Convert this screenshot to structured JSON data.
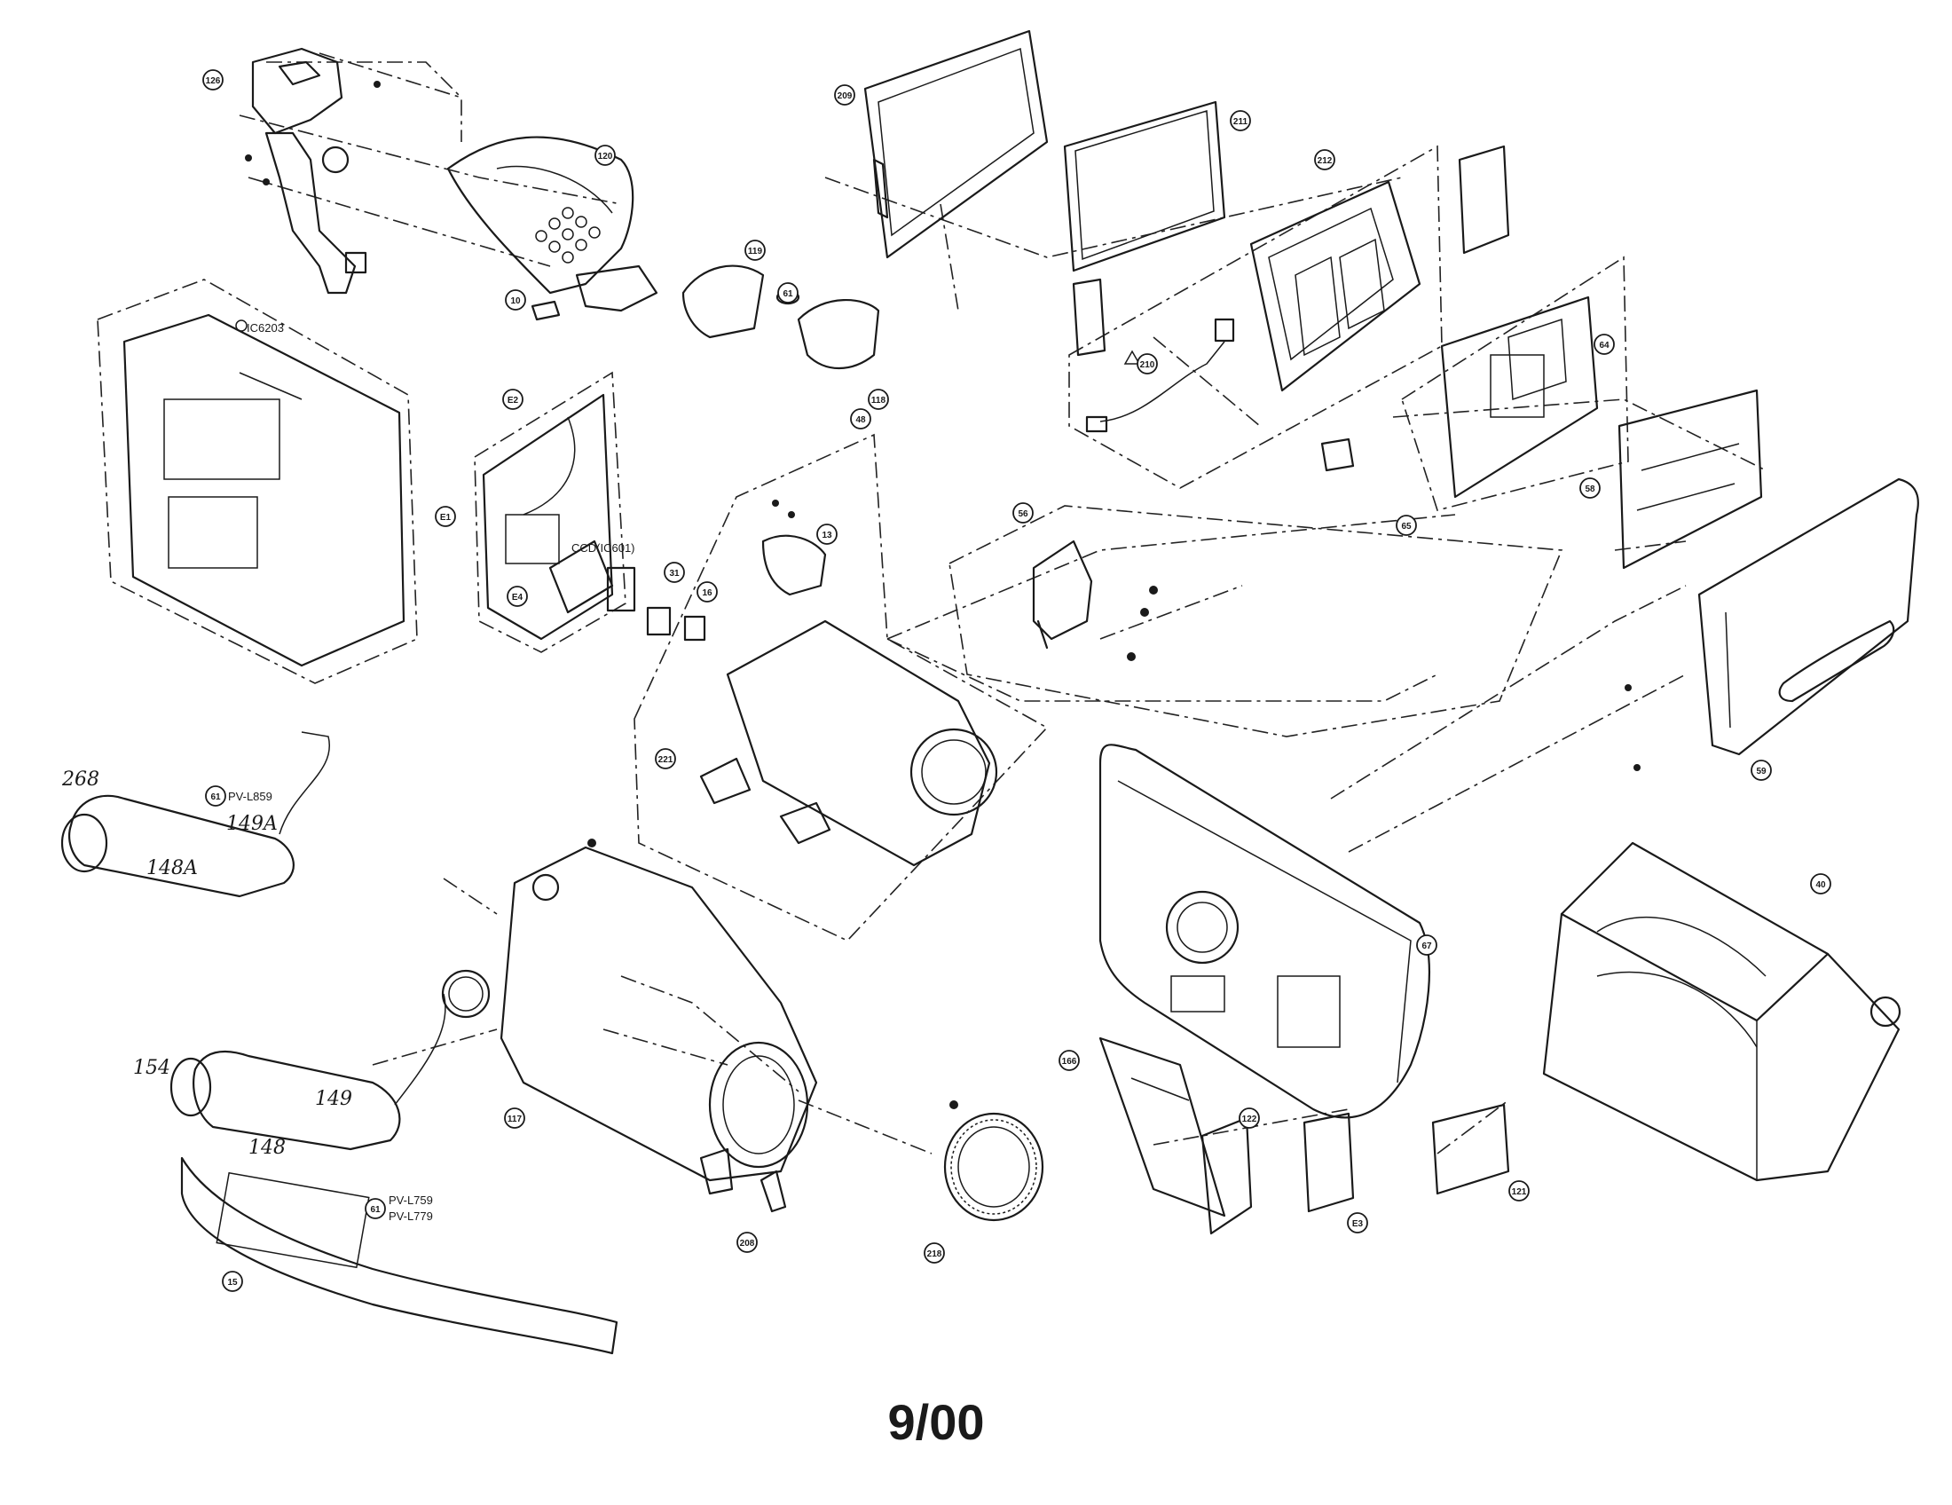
{
  "footer": {
    "date_code": "9/00"
  },
  "labels": {
    "ic6203": "IC6203",
    "ccd": "CCD(IC601)",
    "model_859": "PV-L859",
    "model_759": "PV-L759",
    "model_779": "PV-L779"
  },
  "handwritten": {
    "n268": "268",
    "n149a": "149A",
    "n148a": "148A",
    "n154": "154",
    "n149": "149",
    "n148": "148"
  },
  "callouts": {
    "c126": "126",
    "c120": "120",
    "c10": "10",
    "c119": "119",
    "c61a": "61",
    "c118": "118",
    "c209": "209",
    "c211": "211",
    "c212": "212",
    "c210": "210",
    "e2": "E2",
    "e1": "E1",
    "e4": "E4",
    "c31": "31",
    "c16": "16",
    "c48": "48",
    "c13": "13",
    "c221": "221",
    "c56": "56",
    "c64": "64",
    "c65": "65",
    "c58": "58",
    "c59": "59",
    "c61b": "61",
    "c61c": "61",
    "c117": "117",
    "c15": "15",
    "c208": "208",
    "c218": "218",
    "c67": "67",
    "c166": "166",
    "c122": "122",
    "e3": "E3",
    "c121": "121",
    "c40": "40"
  }
}
